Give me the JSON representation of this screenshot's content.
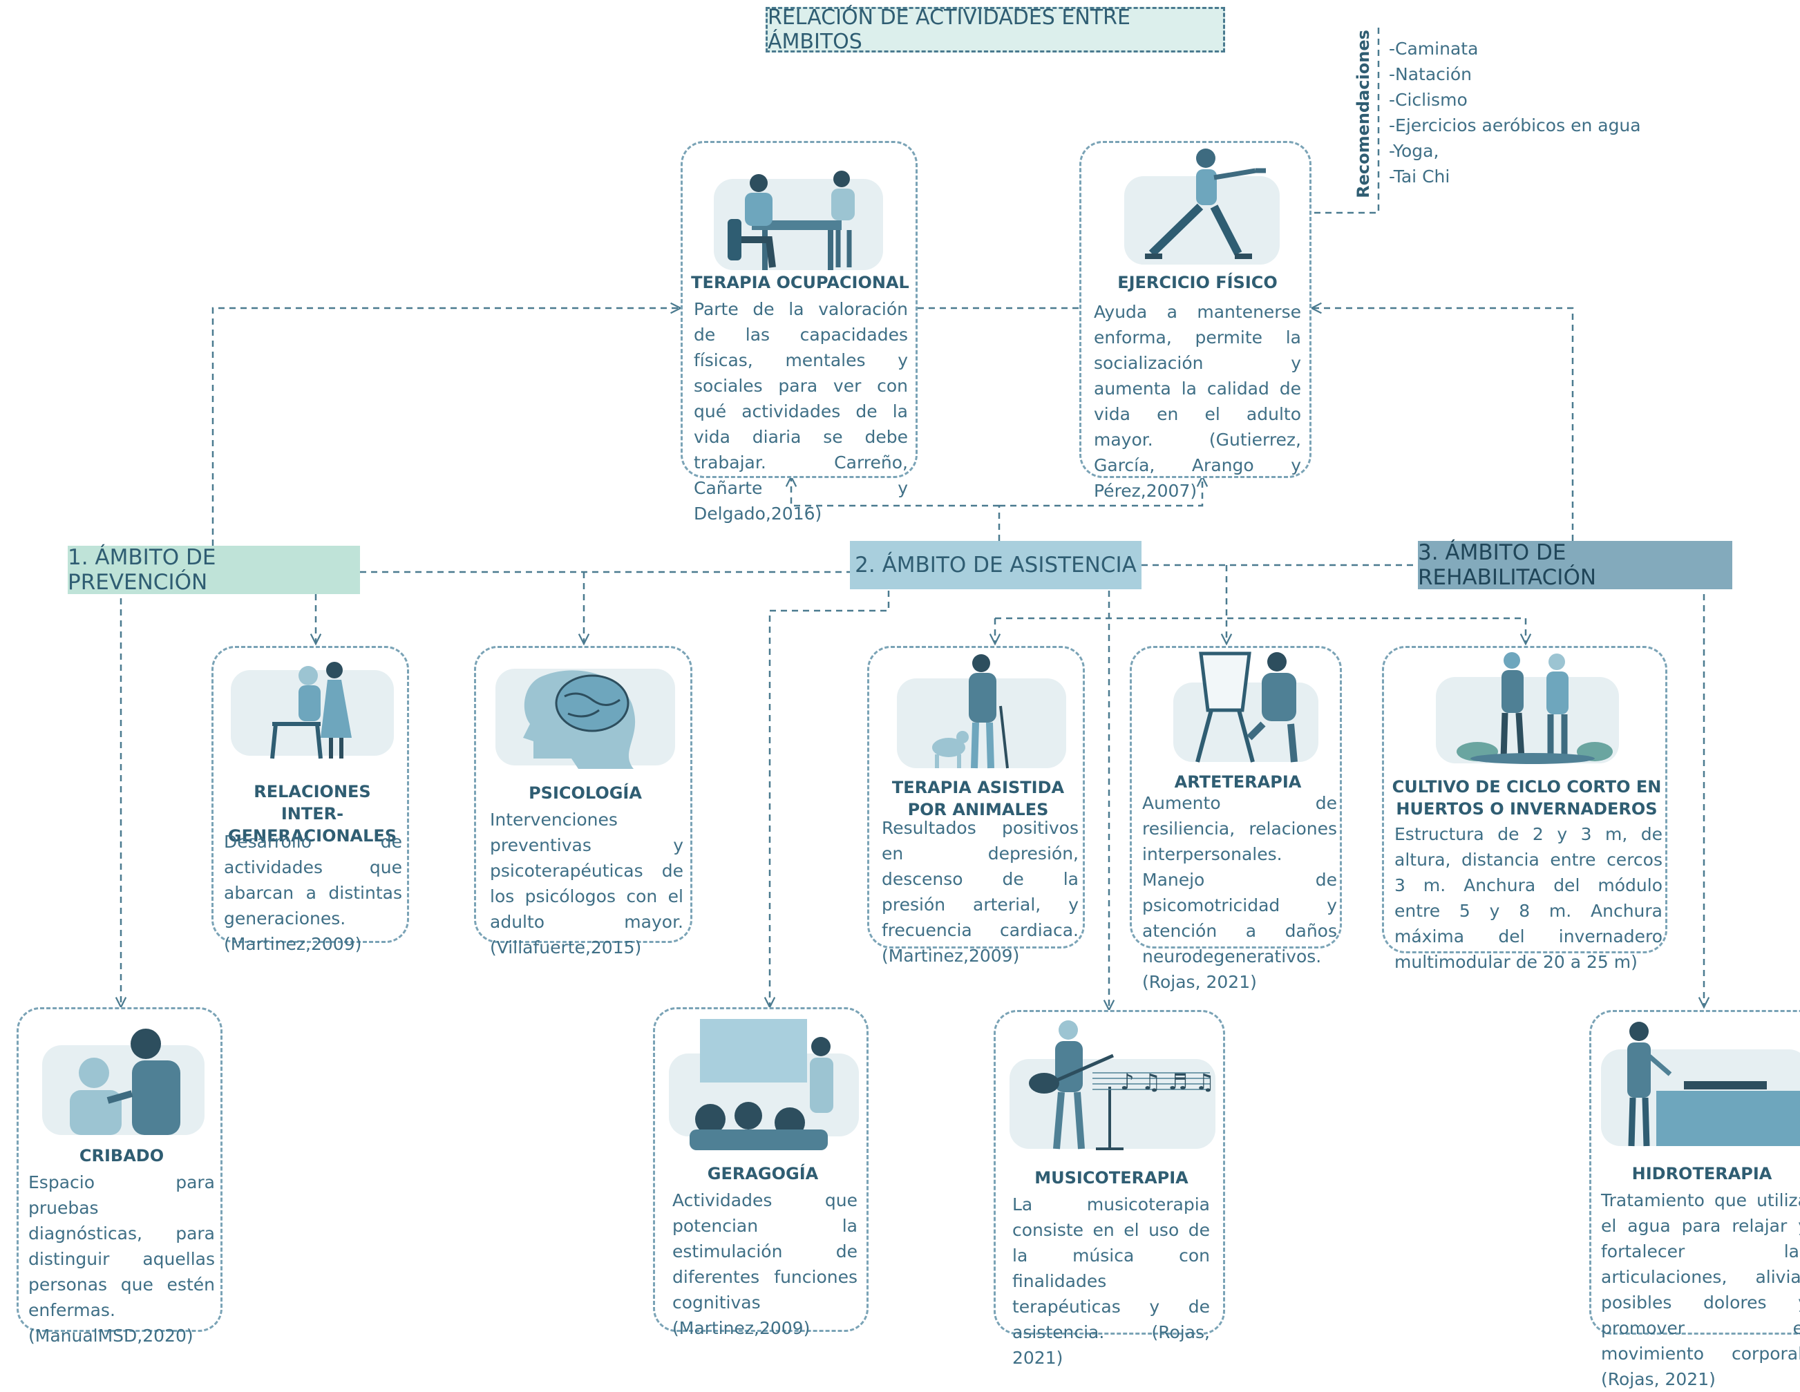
{
  "title": "RELACIÓN DE ACTIVIDADES ENTRE ÁMBITOS",
  "ambitos": {
    "prevencion": "1. ÁMBITO DE PREVENCIÓN",
    "asistencia": "2. ÁMBITO DE ASISTENCIA",
    "rehabilitacion": "3. ÁMBITO DE REHABILITACIÓN"
  },
  "colors": {
    "prevencion": "#bfe3d8",
    "asistencia": "#a9cfdd",
    "rehabilitacion": "#83aabc",
    "line": "#4a7a8f",
    "card_border": "#7aa3b6"
  },
  "recomendaciones": {
    "label": "Recomendaciones",
    "items": [
      "-Caminata",
      "-Natación",
      "-Ciclismo",
      "-Ejercicios aeróbicos en agua",
      "-Yoga,",
      "-Tai Chi"
    ]
  },
  "cards": {
    "terapia_ocupacional": {
      "title": "TERAPIA OCUPACIONAL",
      "desc": "Parte de la valoración de las capacidades físicas, mentales y sociales para ver con qué actividades de la vida diaria se debe trabajar. Carreño, Cañarte y Delgado,2016)"
    },
    "ejercicio_fisico": {
      "title": "EJERCICIO FÍSICO",
      "desc": "Ayuda a mantenerse enforma, permite la socialización y aumenta la calidad de vida en el adulto mayor. (Gutierrez, García, Arango y Pérez,2007)"
    },
    "relaciones": {
      "title": "RELACIONES INTER-GENERACIONALES",
      "desc": "Desarrollo de actividades que abarcan a distintas generaciones. (Martinez,2009)"
    },
    "psicologia": {
      "title": "PSICOLOGÍA",
      "desc": "Intervenciones preventivas y psicoterapéuticas de los psicólogos con el adulto mayor.(Villafuerte,2015)"
    },
    "terapia_animales": {
      "title": "TERAPIA ASISTIDA POR ANIMALES",
      "desc": "Resultados positivos en depresión, descenso de la presión arterial, y frecuencia cardiaca. (Martinez,2009)"
    },
    "arteterapia": {
      "title": "ARTETERAPIA",
      "desc": "Aumento de resiliencia, relaciones interpersonales. Manejo de psicomotricidad y atención a daños neurodegenerativos. (Rojas, 2021)"
    },
    "cultivo": {
      "title": "CULTIVO DE CICLO CORTO EN HUERTOS O INVERNADEROS",
      "desc": "Estructura de 2 y 3 m, de altura, distancia entre cercos 3 m. Anchura del módulo entre 5 y 8 m. Anchura máxima del invernadero multimodular de 20 a 25 m)"
    },
    "cribado": {
      "title": "CRIBADO",
      "desc": "Espacio para pruebas diagnósticas, para distinguir aquellas personas que estén enfermas.(ManualMSD,2020)"
    },
    "geragogia": {
      "title": "GERAGOGÍA",
      "desc": "Actividades que potencian la estimulación de diferentes funciones cognitivas (Martinez,2009)"
    },
    "musicoterapia": {
      "title": "MUSICOTERAPIA",
      "desc": "La musicoterapia consiste en el uso de la música con finalidades terapéuticas y de asistencia. (Rojas, 2021)"
    },
    "hidroterapia": {
      "title": "HIDROTERAPIA",
      "desc": "Tratamiento que utiliza el agua para relajar y fortalecer las articulaciones, aliviar posibles dolores y promover el movimiento corporal. (Rojas, 2021)"
    }
  }
}
